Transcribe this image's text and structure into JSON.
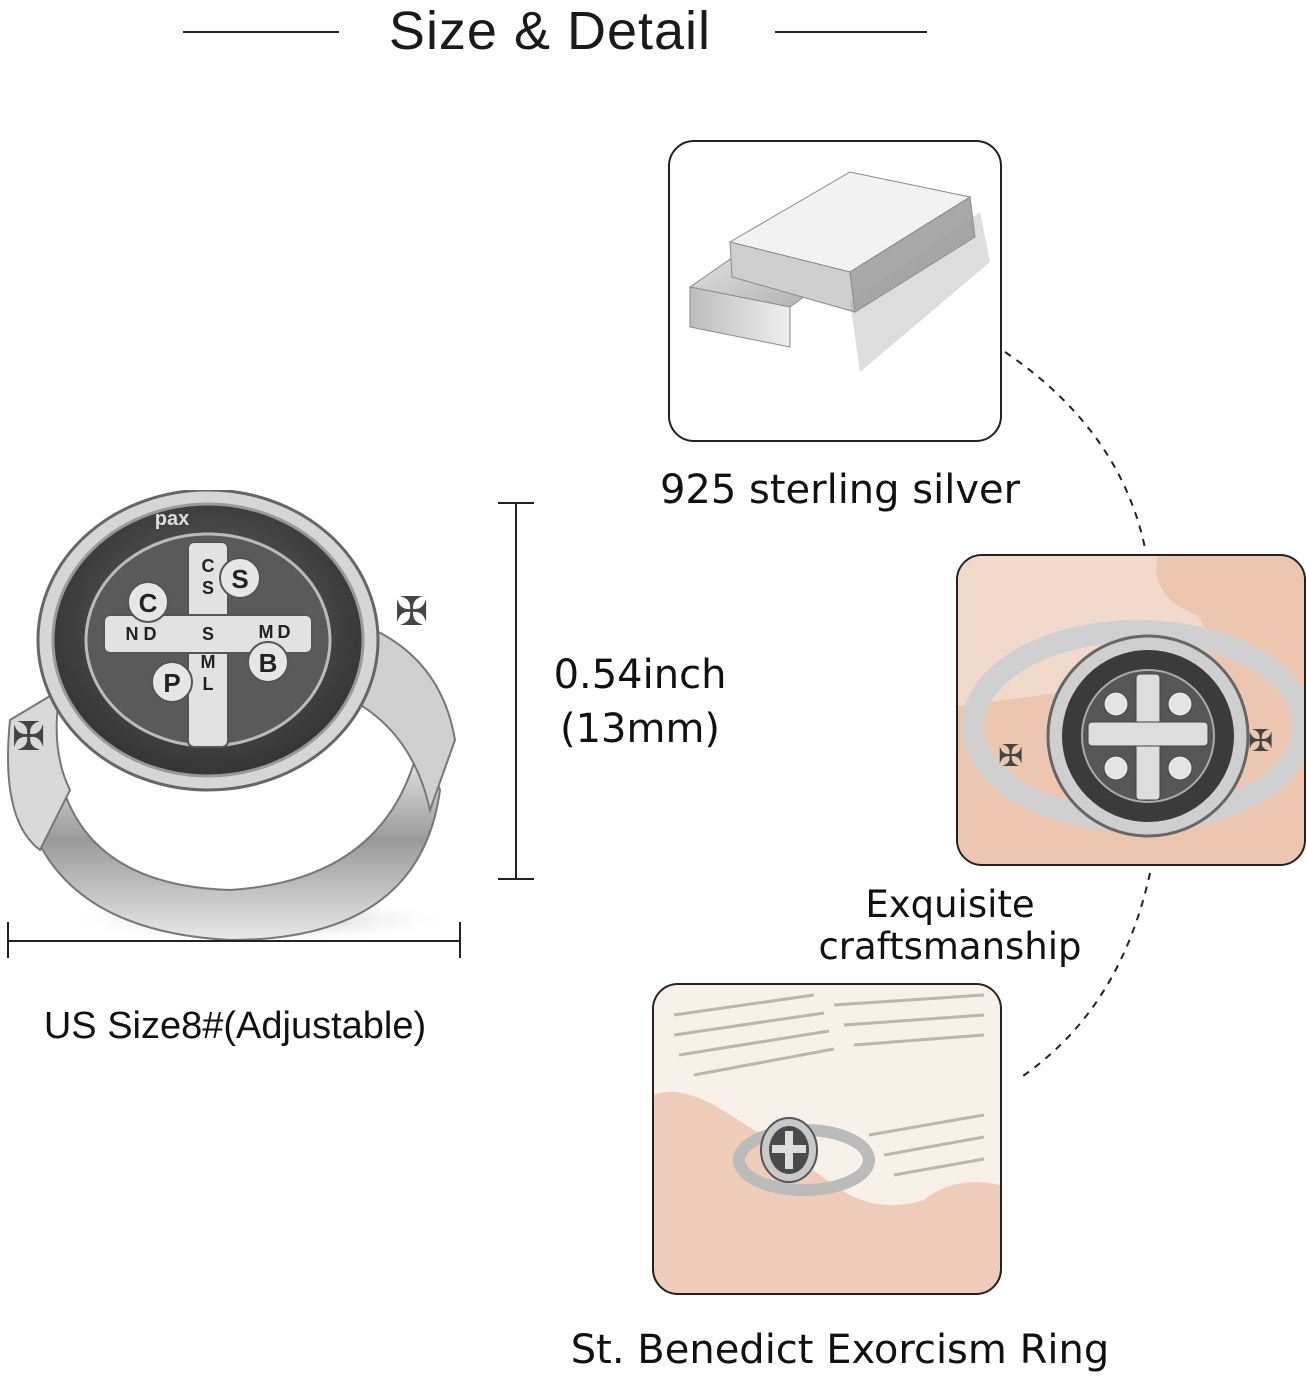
{
  "header": {
    "title": "Size & Detail"
  },
  "main_image": {
    "height_label": "0.54inch",
    "height_label_mm": "(13mm)",
    "size_label": "US Size8#(Adjustable)",
    "medal_letters": {
      "c": "C",
      "s": "S",
      "n": "N",
      "d": "D",
      "m": "M",
      "p": "P",
      "b": "B",
      "l": "L",
      "pax": "pax"
    }
  },
  "details": {
    "material_caption": "925 sterling silver",
    "craft_caption_line1": "Exquisite",
    "craft_caption_line2": "craftsmanship",
    "product_caption": "St. Benedict Exorcism Ring"
  },
  "colors": {
    "silver": "#c9c9c9",
    "dark_engrave": "#3a3a3a",
    "paper_bg": "#f0cdbb",
    "line": "#222222"
  }
}
